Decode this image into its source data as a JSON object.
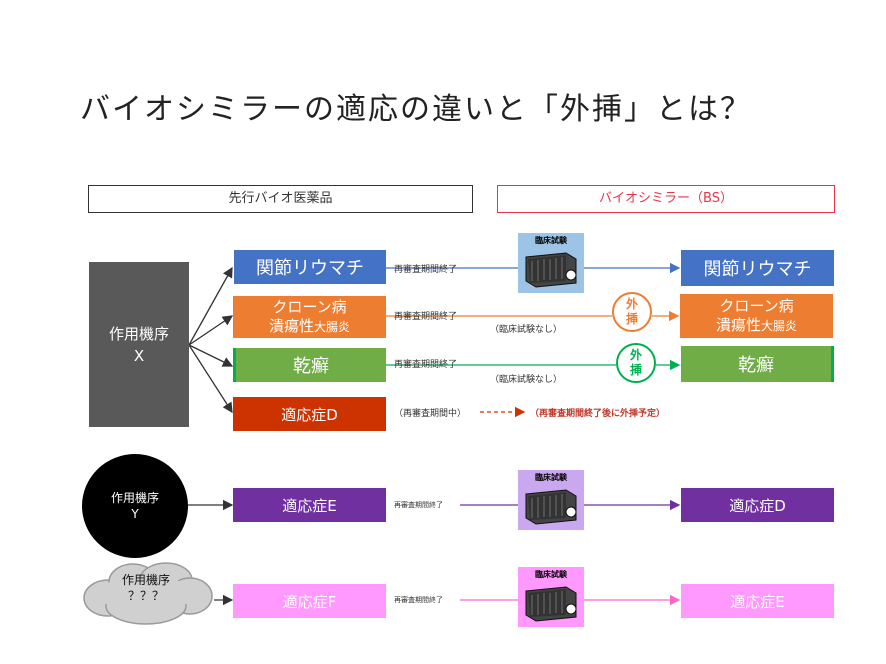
{
  "title": "バイオシミラーの適応の違いと「外挿」とは？",
  "headers": {
    "originator": "先行バイオ医薬品",
    "biosimilar": "バイオシミラー（BS）"
  },
  "mechanisms": {
    "x": {
      "line1": "作用機序",
      "line2": "X"
    },
    "y": {
      "line1": "作用機序",
      "line2": "Y"
    },
    "unknown": {
      "line1": "作用機序",
      "line2": "？？？"
    }
  },
  "originator_indications": {
    "ra": "関節リウマチ",
    "crohn_line1": "クローン病",
    "crohn_line2a": "潰瘍性",
    "crohn_line2b": "大腸炎",
    "psoriasis": "乾癬",
    "d": "適応症D",
    "e": "適応症E",
    "f": "適応症F"
  },
  "biosimilar_indications": {
    "ra": "関節リウマチ",
    "crohn_line1": "クローン病",
    "crohn_line2a": "潰瘍性",
    "crohn_line2b": "大腸炎",
    "psoriasis": "乾癬",
    "d": "適応症D",
    "e": "適応症E"
  },
  "notes": {
    "reexam_done_1": "再審査期間終了",
    "reexam_done_2": "再審査期間終了",
    "reexam_done_3": "再審査期間終了",
    "reexam_ongoing": "（再審査期間中）",
    "reexam_done_5": "再審査期間終了",
    "reexam_done_6": "再審査期間終了",
    "no_trial_1": "（臨床試験なし）",
    "no_trial_2": "（臨床試験なし）",
    "planned": "（再審査期間終了後に外挿予定）"
  },
  "extrapolation": {
    "label_1a": "外",
    "label_1b": "挿",
    "label_2a": "外",
    "label_2b": "挿"
  },
  "trials": {
    "t1": "臨床試験",
    "t2": "臨床試験",
    "t3": "臨床試験"
  },
  "colors": {
    "blue": "#4472c4",
    "orange": "#ed7d31",
    "green": "#70ad47",
    "red": "#cc3300",
    "purple": "#7030a0",
    "pink": "#ff99ff",
    "gray": "#595959"
  }
}
